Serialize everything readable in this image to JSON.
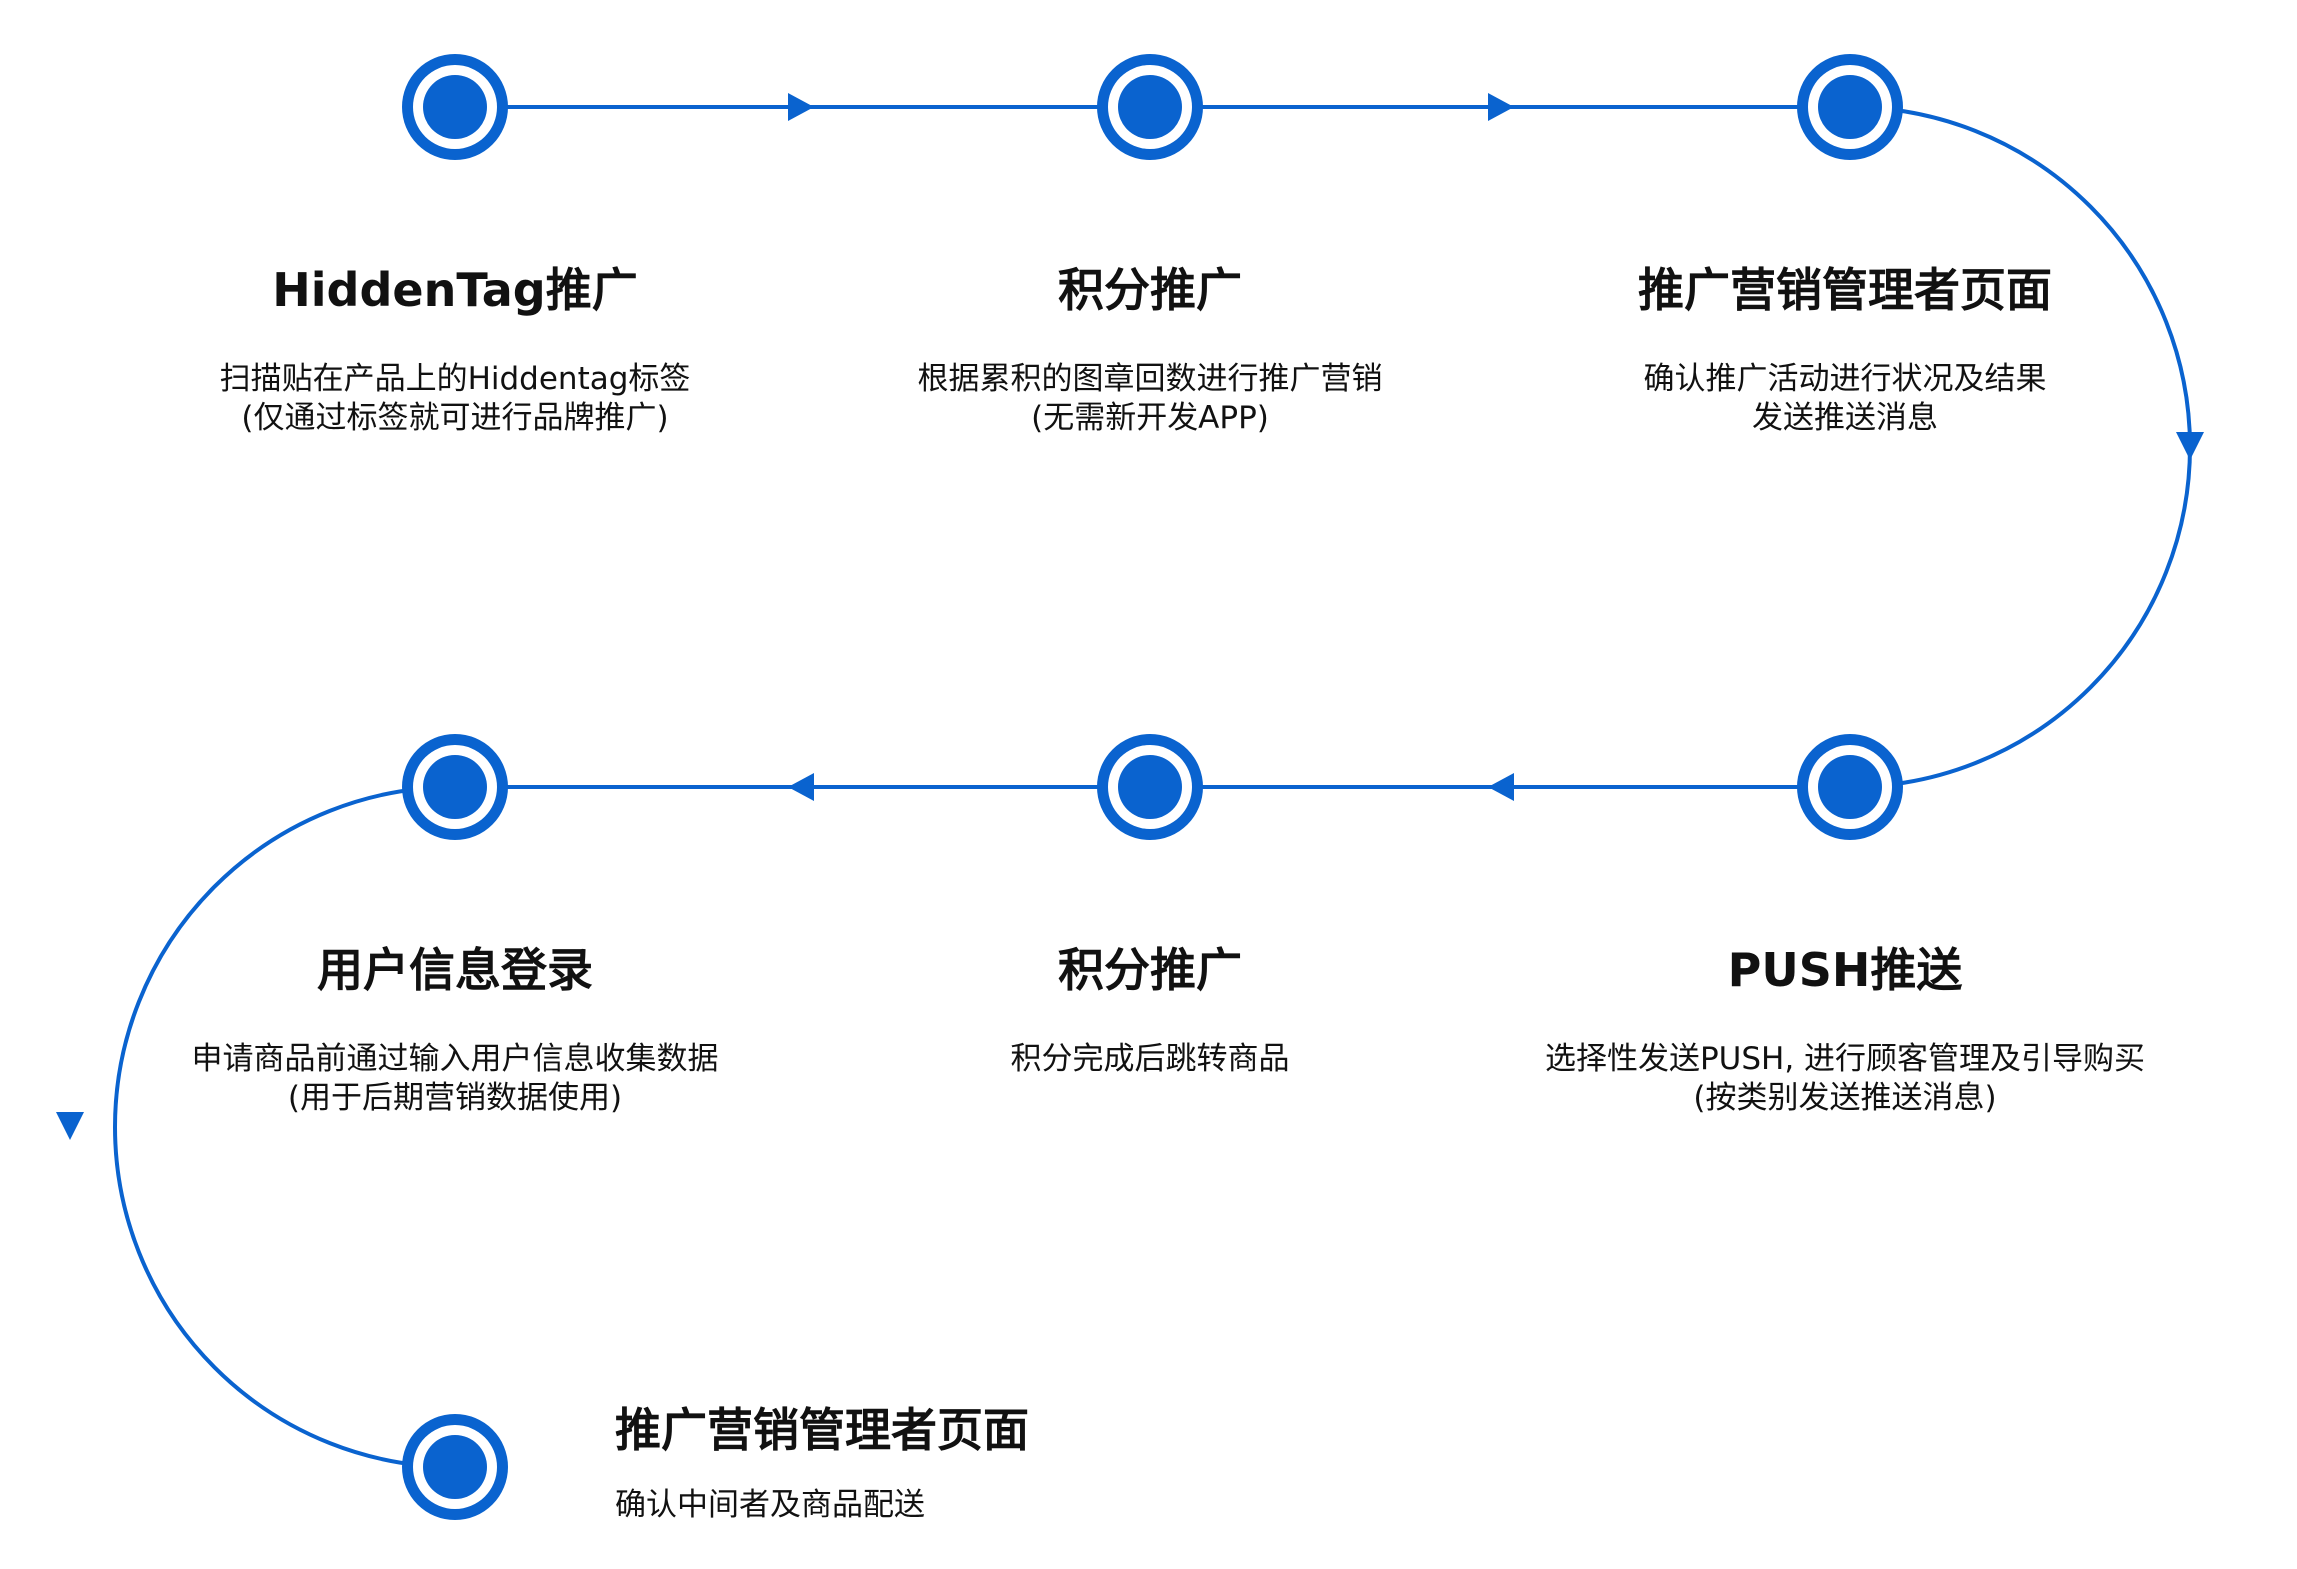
{
  "colors": {
    "accent": "#0a63cf",
    "text": "#111111",
    "background": "#ffffff"
  },
  "steps": [
    {
      "title": "HiddenTag推广",
      "desc": [
        "扫描贴在产品上的Hiddentag标签",
        "(仅通过标签就可进行品牌推广)"
      ]
    },
    {
      "title": "积分推广",
      "desc": [
        "根据累积的图章回数进行推广营销",
        "(无需新开发APP)"
      ]
    },
    {
      "title": "推广营销管理者页面",
      "desc": [
        "确认推广活动进行状况及结果",
        "发送推送消息"
      ]
    },
    {
      "title": "PUSH推送",
      "desc": [
        "选择性发送PUSH, 进行顾客管理及引导购买",
        "(按类别发送推送消息)"
      ]
    },
    {
      "title": "积分推广",
      "desc": [
        "积分完成后跳转商品"
      ]
    },
    {
      "title": "用户信息登录",
      "desc": [
        "申请商品前通过输入用户信息收集数据",
        "(用于后期营销数据使用)"
      ]
    },
    {
      "title": "推广营销管理者页面",
      "desc": [
        "确认中间者及商品配送"
      ]
    }
  ]
}
